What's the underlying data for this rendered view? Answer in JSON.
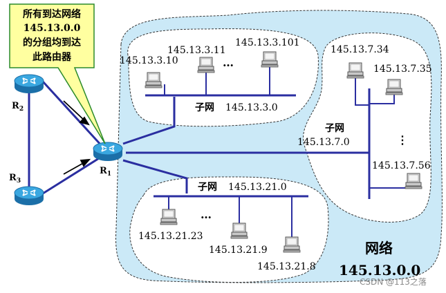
{
  "callout": {
    "line1": "所有到达网络",
    "line2": "145.13.0.0",
    "line3": "的分组均到达",
    "line4": "此路由器"
  },
  "routers": {
    "r2": "R",
    "r2_sub": "2",
    "r3": "R",
    "r3_sub": "3",
    "r1": "R",
    "r1_sub": "1"
  },
  "subnet3": {
    "label_prefix": "子网",
    "label_addr": "145.13.3.0",
    "hosts": [
      "145.13.3.10",
      "145.13.3.11",
      "145.13.3.101"
    ],
    "ellipsis": "…"
  },
  "subnet7": {
    "label_prefix": "子网",
    "label_addr": "145.13.7.0",
    "hosts": [
      "145.13.7.34",
      "145.13.7.35",
      "145.13.7.56"
    ],
    "ellipsis": "⋮"
  },
  "subnet21": {
    "label_prefix": "子网",
    "label_addr": "145.13.21.0",
    "hosts": [
      "145.13.21.23",
      "145.13.21.9",
      "145.13.21.8"
    ],
    "ellipsis": "…"
  },
  "network": {
    "label": "网络",
    "addr": "145.13.0.0"
  },
  "watermark": "CSDN @113之落",
  "colors": {
    "network_fill": "#cbe9f7",
    "subnet_fill": "#ffffff",
    "link": "#2a2ea0",
    "callout_fill": "#ffffa0",
    "callout_border": "#2a8a2a",
    "router_body": "#2a9ad6"
  }
}
